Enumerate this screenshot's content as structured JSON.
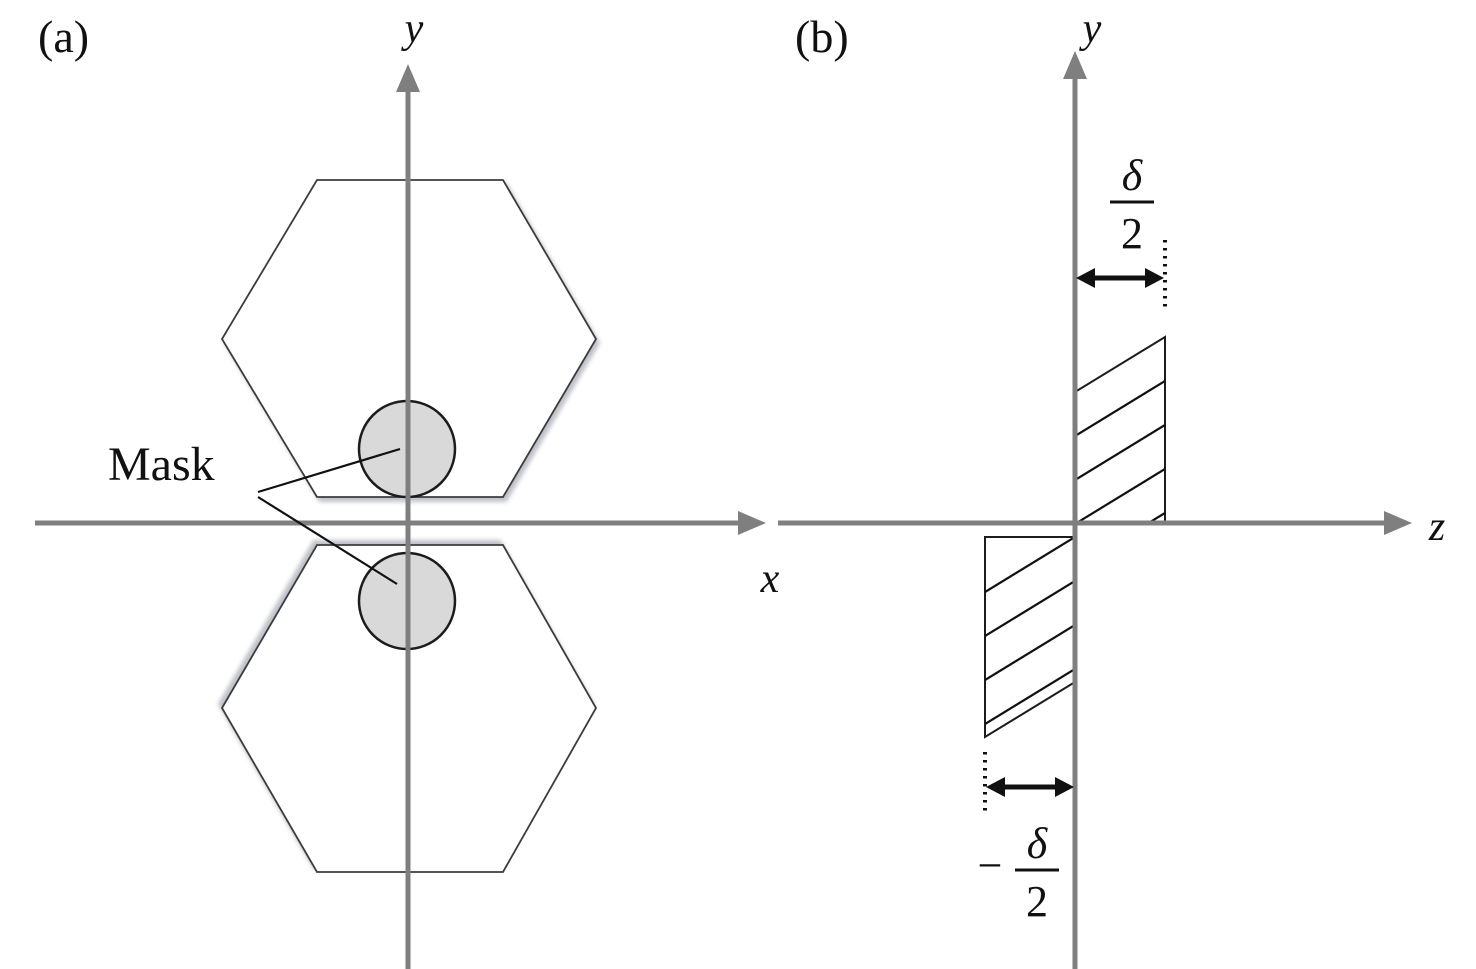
{
  "figure": {
    "background_color": "#ffffff",
    "axis_color": "#7f7f7f",
    "outline_color": "#3c3c3c",
    "mask_fill_color": "#d9d9d9",
    "hatch_color": "#111111"
  },
  "panel_a": {
    "label": "(a)",
    "y_axis_label": "y",
    "x_axis_label": "x",
    "mask_label": "Mask"
  },
  "panel_b": {
    "label": "(b)",
    "y_axis_label": "y",
    "z_axis_label": "z",
    "upper_offset": {
      "numerator": "δ",
      "denominator": "2"
    },
    "lower_offset": {
      "sign": "−",
      "numerator": "δ",
      "denominator": "2"
    }
  }
}
